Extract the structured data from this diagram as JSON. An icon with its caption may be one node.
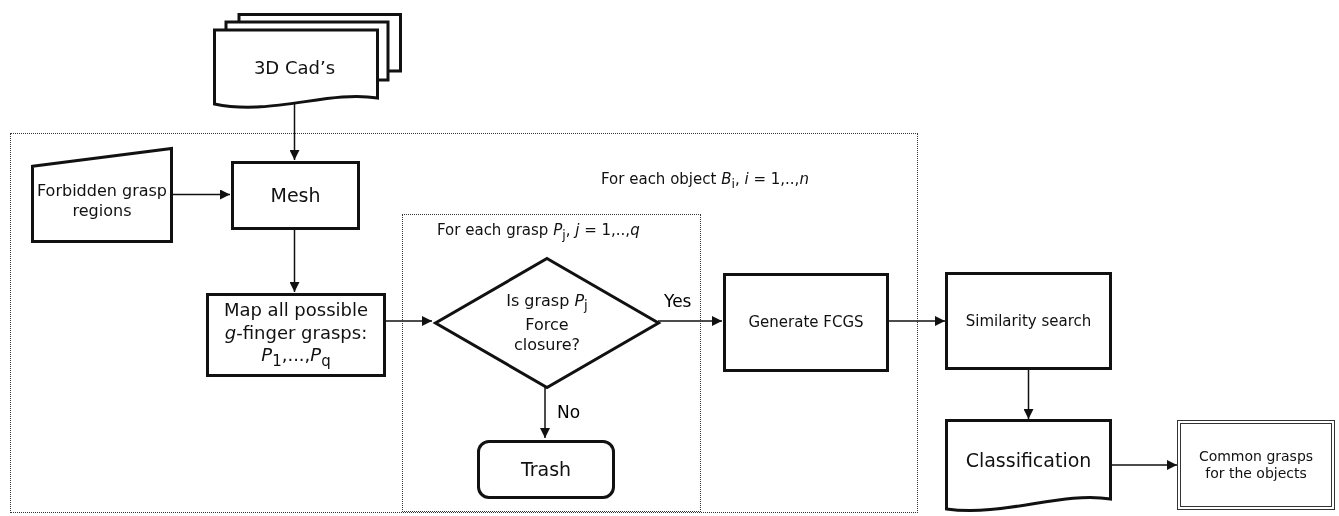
{
  "diagram": {
    "nodes": [
      {
        "text": [
          "For each object *B*$_{i}$, *i* = 1,..,*n*"
        ]
      },
      {
        "text": [
          "3D Cad’s"
        ]
      },
      {
        "text": [
          "Forbidden grasp regions"
        ],
        "in": 0
      },
      {
        "text": [
          "Mesh"
        ],
        "in": 0
      },
      {
        "text": [
          "Map all possible *g*-finger grasps: *P*$_{1}$,...,*P*$_{q}$"
        ],
        "in": 0
      },
      {
        "text": [
          "For each grasp *P*$_{j}$, *j* = 1,..,*q*"
        ],
        "in": 0
      },
      {
        "text": [
          "Is grasp *P*$_{j}$ Force closure?"
        ],
        "in": 5
      },
      {
        "text": [
          "Trash"
        ],
        "in": 5
      },
      {
        "text": [
          "Generate FCGS"
        ],
        "in": 0
      },
      {
        "text": [
          "Similarity search"
        ]
      },
      {
        "text": [
          "Classification"
        ]
      },
      {
        "text": [
          "Common grasps for the objects"
        ]
      }
    ],
    "edges": [
      {
        "from": 1,
        "to": 3,
        "arrow": "to"
      },
      {
        "from": 2,
        "to": 3,
        "arrow": "to"
      },
      {
        "from": 3,
        "to": 4,
        "arrow": "to"
      },
      {
        "from": 4,
        "to": 6,
        "arrow": "to"
      },
      {
        "from": 6,
        "to": 8,
        "arrow": "to",
        "label": "Yes"
      },
      {
        "from": 6,
        "to": 7,
        "arrow": "to",
        "label": "No"
      },
      {
        "from": 8,
        "to": 9,
        "arrow": "to"
      },
      {
        "from": 9,
        "to": 10,
        "arrow": "to"
      },
      {
        "from": 10,
        "to": 11,
        "arrow": "to"
      }
    ]
  }
}
